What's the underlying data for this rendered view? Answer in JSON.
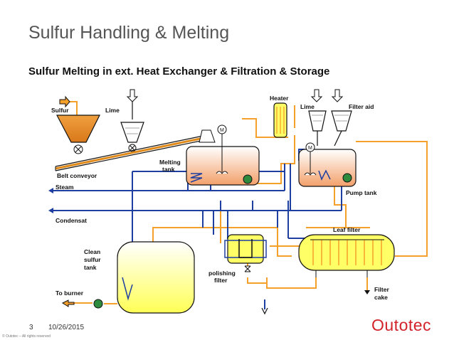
{
  "slide": {
    "title": "Sulfur Handling & Melting",
    "subtitle": "Sulfur Melting in ext. Heat Exchanger & Filtration & Storage",
    "page_number": "3",
    "date": "10/26/2015",
    "copyright": "© Outotec – All rights reserved",
    "logo": "Outotec"
  },
  "diagram": {
    "labels": {
      "sulfur": "Sulfur",
      "lime_left": "Lime",
      "heater": "Heater",
      "lime_right": "Lime",
      "filter_aid": "Filter aid",
      "belt_conveyor": "Belt conveyor",
      "melting": "Melting",
      "tank": "tank",
      "steam": "Steam",
      "condensat": "Condensat",
      "pump_tank": "Pump tank",
      "leaf_filter": "Leaf filter",
      "clean": "Clean",
      "sulfur2": "sulfur",
      "tank2": "tank",
      "polishing": "polishing",
      "filter": "filter",
      "to_burner": "To burner",
      "filter_word": "Filter",
      "cake": "cake",
      "motor": "M"
    },
    "colors": {
      "sulfur_line": "#f5a02a",
      "steam_line": "#1f3fa0",
      "hopper": "#e08a1a",
      "yellow_fill": "#ffff66",
      "pump": "#2e8b3e"
    }
  }
}
